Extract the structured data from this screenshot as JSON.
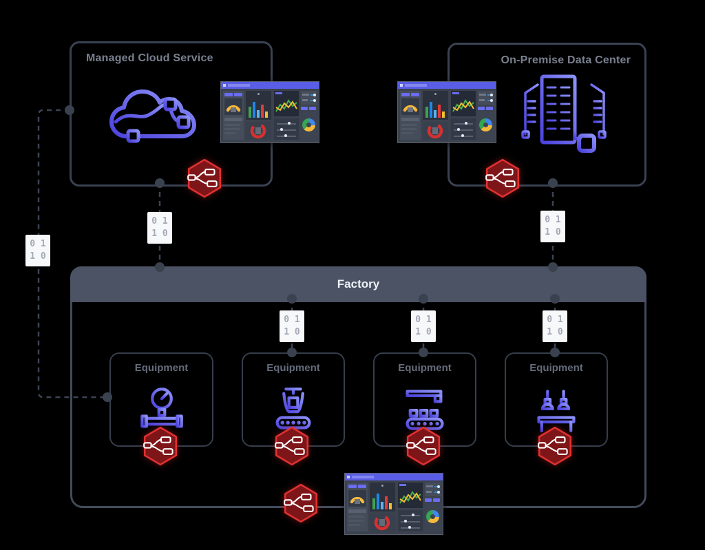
{
  "scene": {
    "background": "#000000",
    "description": "Node-RED industrial IoT architecture diagram"
  },
  "cloud_box": {
    "title": "Managed Cloud Service",
    "icon": "cloud-flow-icon"
  },
  "datacenter_box": {
    "title": "On-Premise Data Center",
    "icon": "server-rack-icon"
  },
  "factory": {
    "title": "Factory"
  },
  "equipment": {
    "boxes": [
      {
        "label": "Equipment",
        "icon": "pressure-gauge-pipe-icon"
      },
      {
        "label": "Equipment",
        "icon": "hopper-conveyor-icon"
      },
      {
        "label": "Equipment",
        "icon": "robot-arm-conveyor-icon"
      },
      {
        "label": "Equipment",
        "icon": "press-station-icon"
      }
    ]
  },
  "binary_packet": {
    "line1": "0 1",
    "line2": "1 0"
  },
  "badge": {
    "name": "node-red-badge"
  },
  "dashboard": {
    "name": "node-red-dashboard-screenshot"
  },
  "colors": {
    "node_red_fill": "#7e1518",
    "node_red_stroke": "#e03131",
    "icon_gradient_start": "#4c42dd",
    "icon_gradient_end": "#8d92f8",
    "factory_header": "#4b5364",
    "panel_border": "#3a4252",
    "dashed_line": "#3c4454",
    "title_text": "#79808f",
    "factory_text": "#eef1f5",
    "binary_text": "#a4aab6",
    "dashboard_header": "#5a5ee6"
  }
}
